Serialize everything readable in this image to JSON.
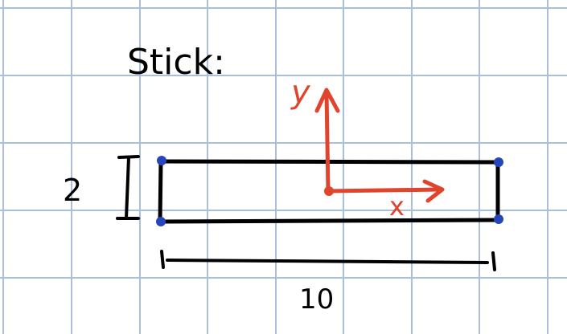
{
  "title": "Stick:",
  "dimensions": {
    "height_label": "2",
    "length_label": "10"
  },
  "axes": {
    "x_label": "x",
    "y_label": "y"
  },
  "colors": {
    "grid": "#a9bfdc",
    "ink": "#000000",
    "axis": "#e0442c",
    "corner_dots": "#2546b8",
    "background": "#ffffff"
  }
}
